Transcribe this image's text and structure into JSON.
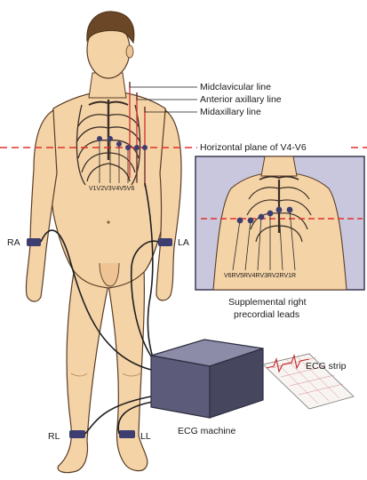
{
  "labels": {
    "midclavicular": "Midclavicular line",
    "anterior_axillary": "Anterior axillary line",
    "midaxillary": "Midaxillary line",
    "horizontal_plane": "Horizontal plane of V4-V6",
    "ra": "RA",
    "la": "LA",
    "rl": "RL",
    "ll": "LL",
    "chest_leads": "V1V2V3V4V5V6",
    "inset_leads": "V6RV5RV4RV3RV2RV1R",
    "supplemental_line1": "Supplemental right",
    "supplemental_line2": "precordial leads",
    "ecg_strip": "ECG strip",
    "ecg_machine": "ECG machine"
  },
  "colors": {
    "skin": "#f4d3a6",
    "skin_shadow": "#d9a878",
    "hair": "#6b4728",
    "outline": "#5a3d26",
    "rib": "#3b2e27",
    "electrode": "#3d3d72",
    "plane_line": "#e2302a",
    "red_line": "#d23a3a",
    "machine_front": "#5c5c7a",
    "machine_top": "#8c8ca8",
    "machine_side": "#46465e",
    "inset_bg": "#c9c7dd",
    "inset_border": "#3a3a55"
  }
}
